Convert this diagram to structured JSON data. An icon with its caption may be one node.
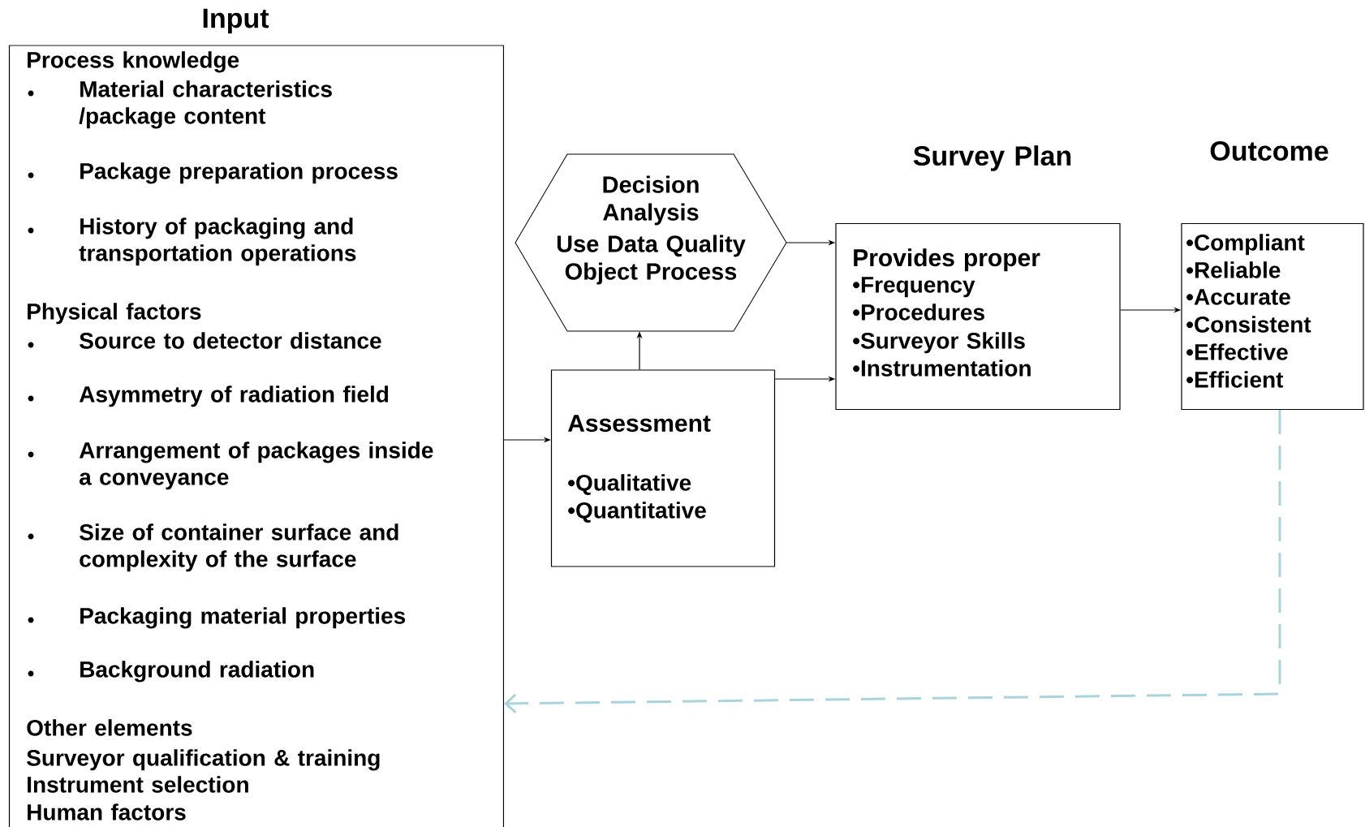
{
  "diagram": {
    "nodes": [
      {
        "text": [
          "Input",
          "Process knowledge",
          "Material characteristics /package content",
          "Package preparation process",
          "History of packaging and transportation operations",
          "Physical factors",
          "Source to detector distance",
          "Asymmetry of radiation field",
          "Arrangement of packages inside a conveyance",
          "Size of container surface and complexity of the surface",
          "Packaging material properties",
          "Background radiation",
          "Other elements",
          "Surveyor qualification & training",
          "Instrument selection",
          "Human factors"
        ]
      },
      {
        "text": [
          "Decision Analysis",
          "Use Data Quality Object Process"
        ]
      },
      {
        "text": [
          "Assessment",
          "•Qualitative",
          "•Quantitative"
        ]
      },
      {
        "text": [
          "Survey Plan",
          "Provides proper",
          "•Frequency",
          "•Procedures",
          "•Surveyor Skills",
          "•Instrumentation"
        ]
      },
      {
        "text": [
          "Outcome",
          "•Compliant",
          "•Reliable",
          "•Accurate",
          "•Consistent",
          "•Effective",
          "•Efficient"
        ]
      }
    ],
    "edges": [
      {
        "from": 0,
        "to": 2,
        "arrow": "to"
      },
      {
        "from": 2,
        "to": 1,
        "arrow": "to"
      },
      {
        "from": 1,
        "to": 3,
        "arrow": "to"
      },
      {
        "from": 2,
        "to": 3,
        "arrow": "to"
      },
      {
        "from": 3,
        "to": 4,
        "arrow": "to"
      },
      {
        "from": 4,
        "to": 0,
        "arrow": "to",
        "style": "dashed",
        "color": "#a9d4dc"
      }
    ]
  }
}
